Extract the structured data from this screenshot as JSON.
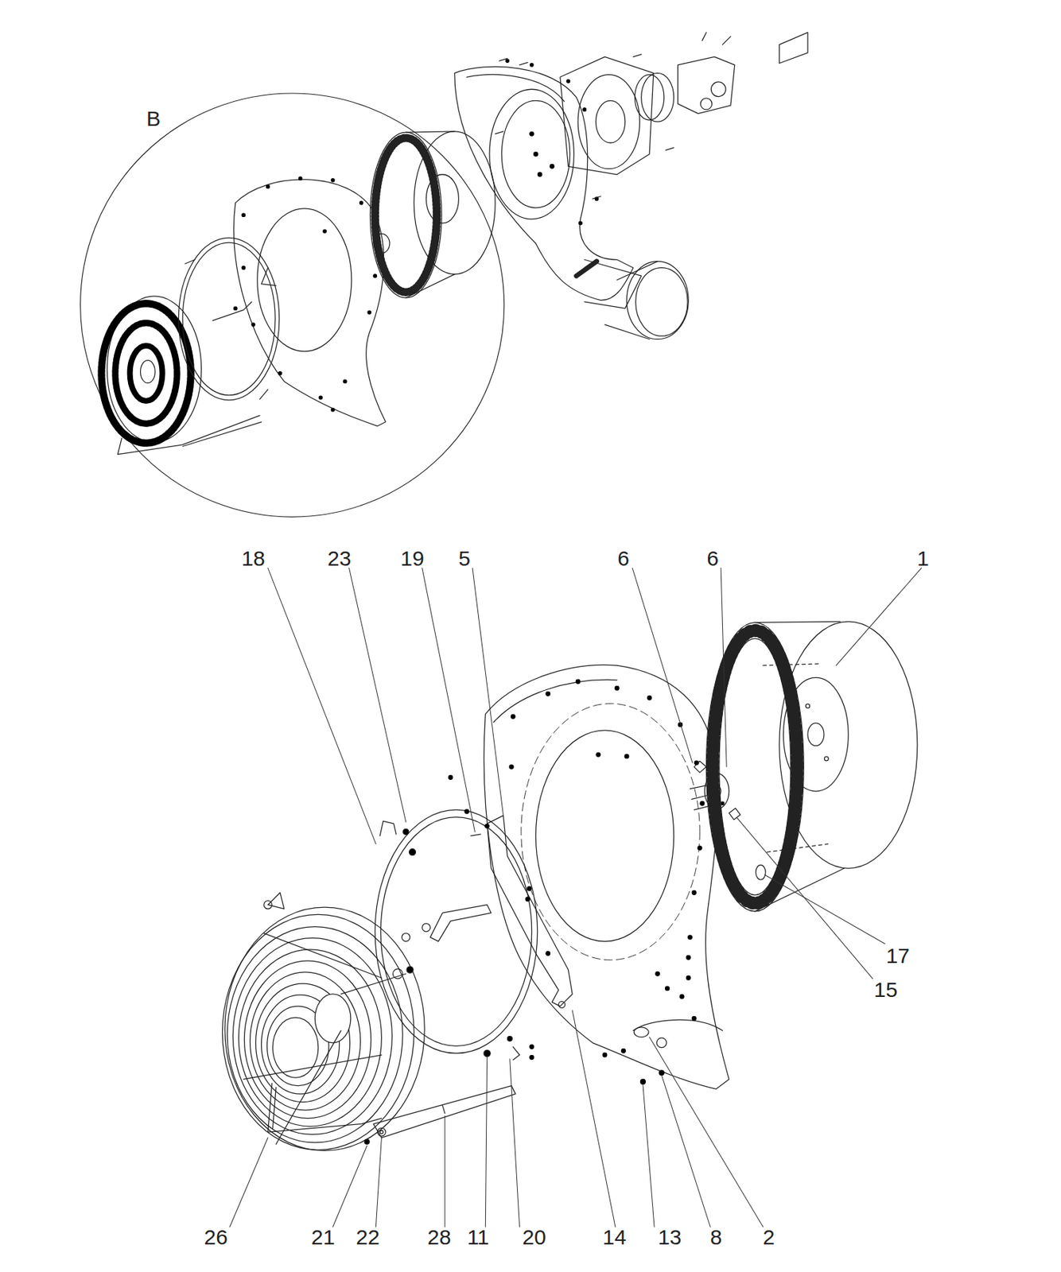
{
  "diagram": {
    "labels": [
      "B",
      "18",
      "23",
      "19",
      "5",
      "6",
      "6",
      "1",
      "17",
      "15",
      "26",
      "21",
      "22",
      "28",
      "11",
      "20",
      "14",
      "13",
      "8",
      "2"
    ]
  }
}
